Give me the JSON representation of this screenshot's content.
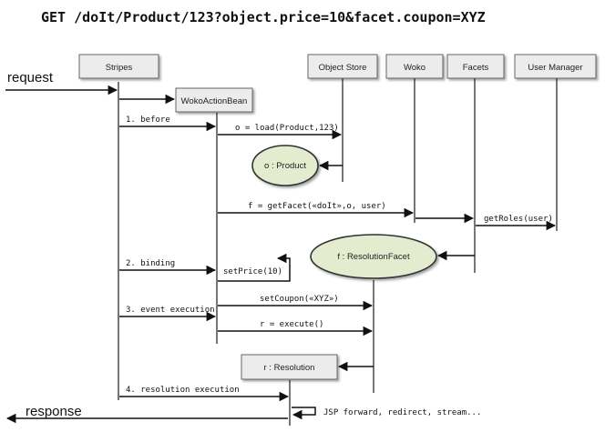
{
  "title": "GET /doIt/Product/123?object.price=10&facet.coupon=XYZ",
  "participants": {
    "stripes": "Stripes",
    "woko_action_bean": "WokoActionBean",
    "object_store": "Object Store",
    "woko": "Woko",
    "facets": "Facets",
    "user_manager": "User Manager"
  },
  "objects": {
    "product": "o : Product",
    "resolution_facet": "f : ResolutionFacet",
    "resolution": "r : Resolution"
  },
  "side_labels": {
    "request": "request",
    "response": "response"
  },
  "steps": {
    "before": "1. before",
    "binding": "2. binding",
    "event_execution": "3. event execution",
    "resolution_execution": "4. resolution execution"
  },
  "messages": {
    "load": "o = load(Product,123)",
    "get_facet": "f = getFacet(«doIt»,o, user)",
    "get_roles": "getRoles(user)",
    "set_price": "setPrice(10)",
    "set_coupon": "setCoupon(«XYZ»)",
    "execute": "r = execute()",
    "jsp_forward": "JSP forward, redirect, stream..."
  }
}
